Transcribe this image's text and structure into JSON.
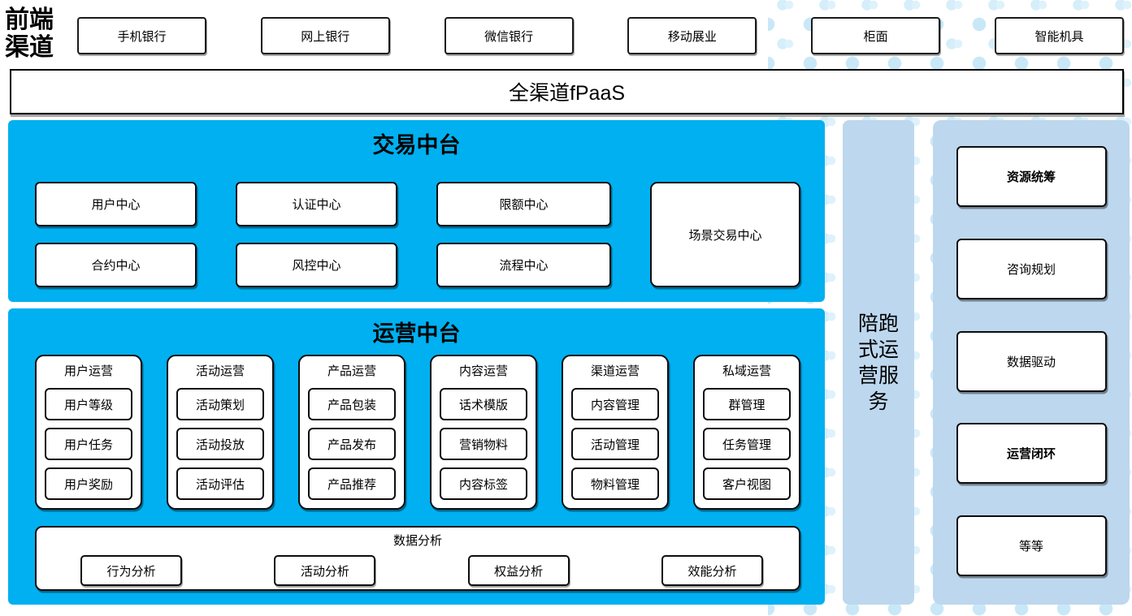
{
  "front_label": {
    "line1": "前端",
    "line2": "渠道"
  },
  "channels": [
    "手机银行",
    "网上银行",
    "微信银行",
    "移动展业",
    "柜面",
    "智能机具"
  ],
  "fpaas": {
    "label": "全渠道fPaaS"
  },
  "transaction_platform": {
    "title": "交易中台",
    "row1": [
      "用户中心",
      "认证中心",
      "限额中心"
    ],
    "row2": [
      "合约中心",
      "风控中心",
      "流程中心"
    ],
    "tall_box": "场景交易中心"
  },
  "operation_platform": {
    "title": "运营中台",
    "groups": [
      {
        "title": "用户运营",
        "items": [
          "用户等级",
          "用户任务",
          "用户奖励"
        ]
      },
      {
        "title": "活动运营",
        "items": [
          "活动策划",
          "活动投放",
          "活动评估"
        ]
      },
      {
        "title": "产品运营",
        "items": [
          "产品包装",
          "产品发布",
          "产品推荐"
        ]
      },
      {
        "title": "内容运营",
        "items": [
          "话术模版",
          "营销物料",
          "内容标签"
        ]
      },
      {
        "title": "渠道运营",
        "items": [
          "内容管理",
          "活动管理",
          "物料管理"
        ]
      },
      {
        "title": "私域运营",
        "items": [
          "群管理",
          "任务管理",
          "客户视图"
        ]
      }
    ],
    "data_analysis": {
      "title": "数据分析",
      "items": [
        "行为分析",
        "活动分析",
        "权益分析",
        "效能分析"
      ]
    }
  },
  "side_bar": {
    "label": "陪跑式运营服务"
  },
  "right_panel": {
    "items": [
      {
        "label": "资源统筹",
        "emphasis": true
      },
      {
        "label": "咨询规划",
        "emphasis": false
      },
      {
        "label": "数据驱动",
        "emphasis": false
      },
      {
        "label": "运营闭环",
        "emphasis": true
      },
      {
        "label": "等等",
        "emphasis": false
      }
    ]
  },
  "colors": {
    "accent_blue": "#00B0F0",
    "light_blue": "#BDD7EE",
    "dot_blue": "#CFEAF8"
  }
}
